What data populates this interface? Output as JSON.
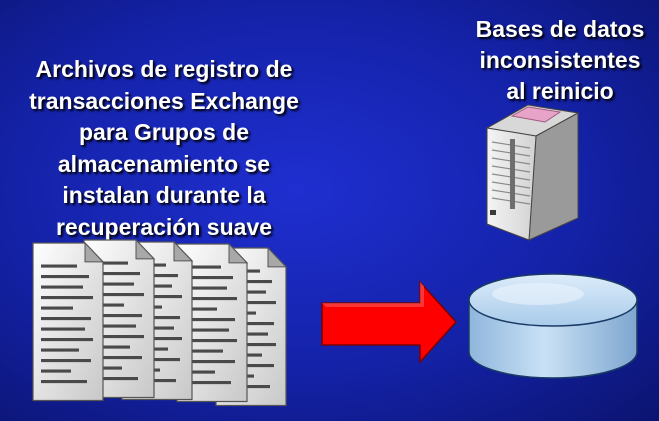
{
  "left_text": {
    "lines": [
      "Archivos de registro de",
      "transacciones Exchange",
      "para Grupos de",
      "almacenamiento se",
      "instalan durante la",
      "recuperación suave"
    ]
  },
  "right_text": {
    "lines": [
      "Bases de datos",
      "inconsistentes",
      "al reinicio"
    ]
  },
  "colors": {
    "background": "#1422a8",
    "text": "#ffffff",
    "arrow": "#ff0000",
    "database": "#b4d4ef"
  },
  "icons": {
    "documents": "log-file-stack-icon",
    "arrow": "right-arrow-icon",
    "server": "server-icon",
    "database": "database-cylinder-icon"
  }
}
